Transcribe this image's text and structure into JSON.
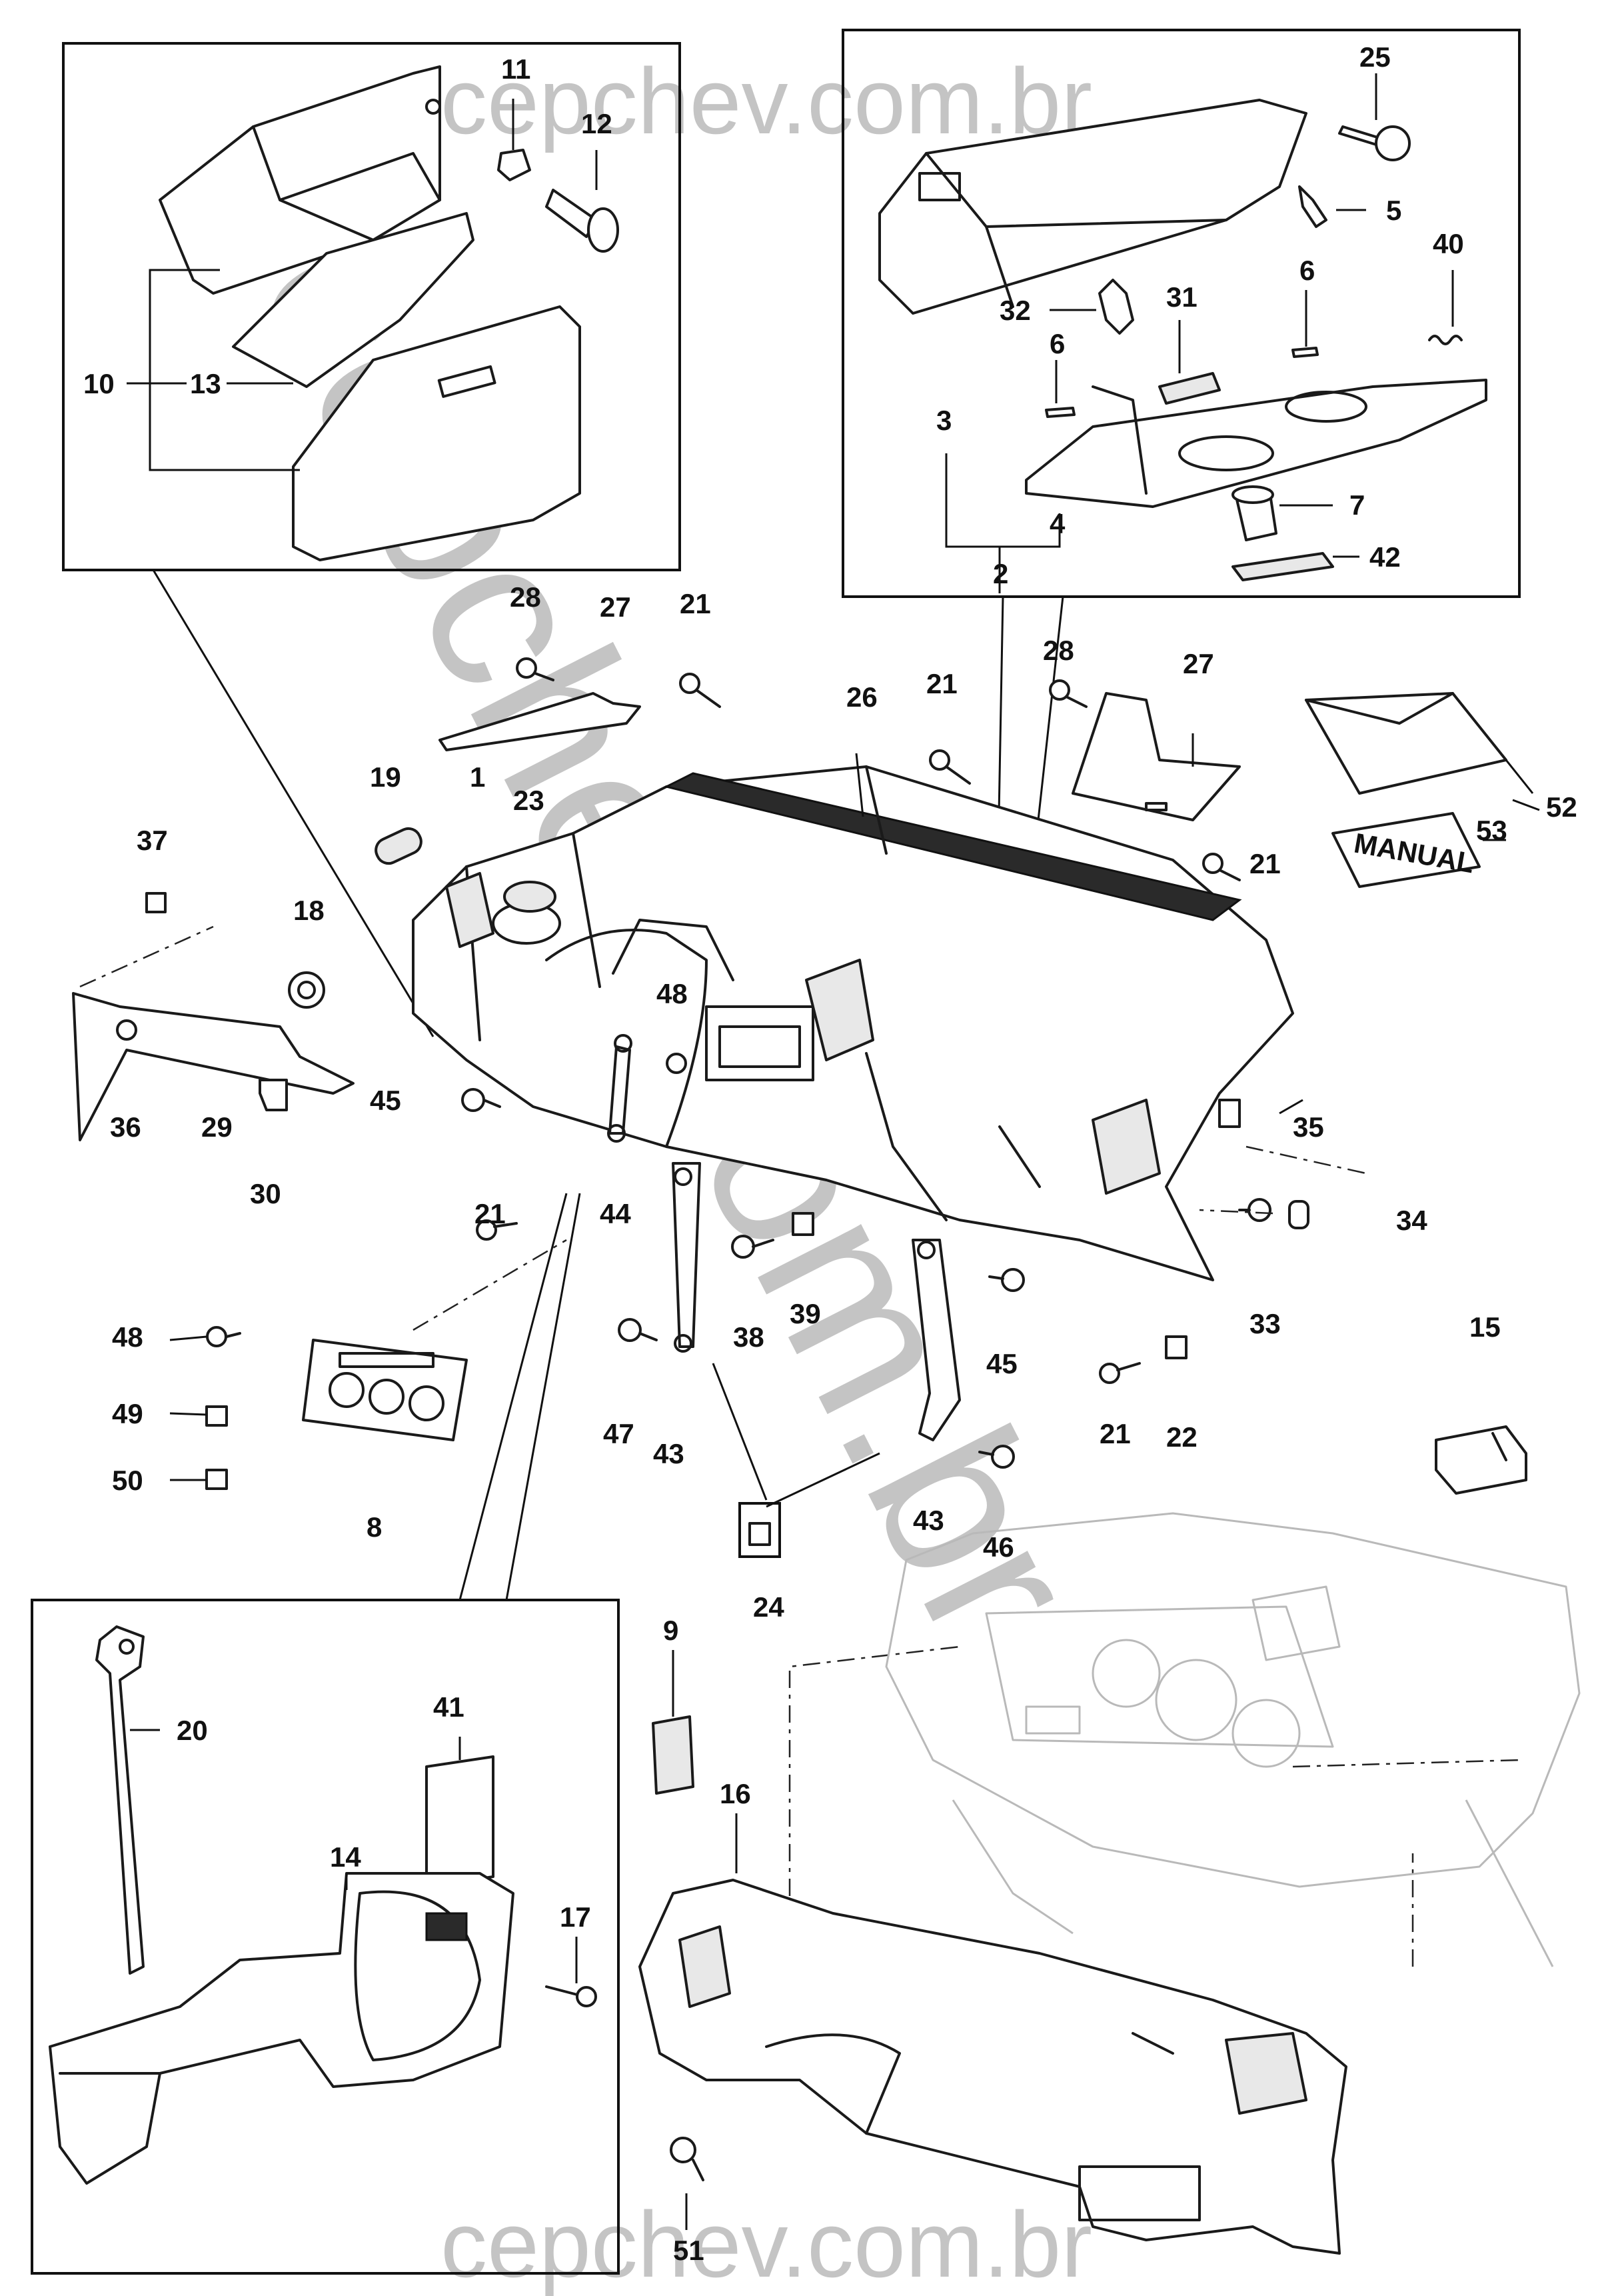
{
  "watermarks": {
    "top": "cepchev.com.br",
    "bottom": "cepchev.com.br",
    "diagonal": "cepchev.com.br"
  },
  "callouts": {
    "c1": "1",
    "c2": "2",
    "c3": "3",
    "c4": "4",
    "c5": "5",
    "c6a": "6",
    "c6b": "6",
    "c7": "7",
    "c8": "8",
    "c9": "9",
    "c10": "10",
    "c11": "11",
    "c12": "12",
    "c13": "13",
    "c14": "14",
    "c15": "15",
    "c16": "16",
    "c17": "17",
    "c18": "18",
    "c19": "19",
    "c20": "20",
    "c21a": "21",
    "c21b": "21",
    "c21c": "21",
    "c21d": "21",
    "c21e": "21",
    "c22": "22",
    "c23": "23",
    "c24": "24",
    "c25": "25",
    "c26": "26",
    "c27a": "27",
    "c27b": "27",
    "c28a": "28",
    "c28b": "28",
    "c29": "29",
    "c30": "30",
    "c31": "31",
    "c32": "32",
    "c33": "33",
    "c34": "34",
    "c35": "35",
    "c36": "36",
    "c37": "37",
    "c38": "38",
    "c39": "39",
    "c40": "40",
    "c41": "41",
    "c42": "42",
    "c43a": "43",
    "c43b": "43",
    "c44": "44",
    "c45a": "45",
    "c45b": "45",
    "c46": "46",
    "c47": "47",
    "c48a": "48",
    "c48b": "48",
    "c49": "49",
    "c50": "50",
    "c51": "51",
    "c52": "52",
    "c53": "53"
  },
  "manual_label": "MANUAL"
}
